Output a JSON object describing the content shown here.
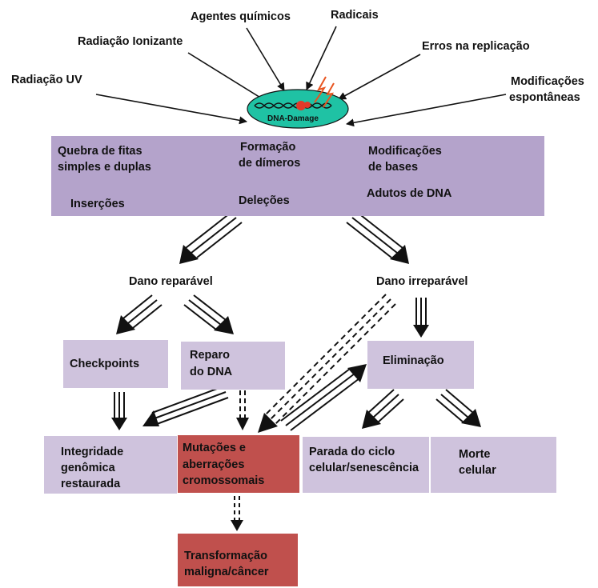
{
  "sources": {
    "radiacao_uv": "Radiação UV",
    "radiacao_ionizante": "Radiação Ionizante",
    "agentes_quimicos": "Agentes químicos",
    "radicais": "Radicais",
    "erros_replicacao": "Erros na replicação",
    "modificacoes_espontaneas_1": "Modificações",
    "modificacoes_espontaneas_2": "espontâneas"
  },
  "dna": {
    "label": "DNA-Damage"
  },
  "damage_types": {
    "quebra_1": "Quebra de fitas",
    "quebra_2": "simples e duplas",
    "formacao_1": "Formação",
    "formacao_2": "de dímeros",
    "modificacoes_1": "Modificações",
    "modificacoes_2": "de bases",
    "insercoes": "Inserções",
    "delecoes": "Deleções",
    "adutos": "Adutos de DNA"
  },
  "branches": {
    "reparavel": "Dano reparável",
    "irreparavel": "Dano irreparável"
  },
  "boxes": {
    "checkpoints": "Checkpoints",
    "reparo_1": "Reparo",
    "reparo_2": "do DNA",
    "eliminacao": "Eliminação",
    "integridade_1": "Integridade",
    "integridade_2": "genômica",
    "integridade_3": "restaurada",
    "mutacoes_1": "Mutações e",
    "mutacoes_2": "aberrações",
    "mutacoes_3": "cromossomais",
    "parada_1": "Parada do ciclo",
    "parada_2": "celular/senescência",
    "morte_1": "Morte",
    "morte_2": "celular",
    "transformacao_1": "Transformação",
    "transformacao_2": "maligna/câncer"
  },
  "colors": {
    "damage_box": "#b4a3cb",
    "outcome_box": "#cfc3dd",
    "danger_box": "#c0504d",
    "dna_ellipse": "#1fc2a4",
    "lightning": "#e8541f"
  }
}
